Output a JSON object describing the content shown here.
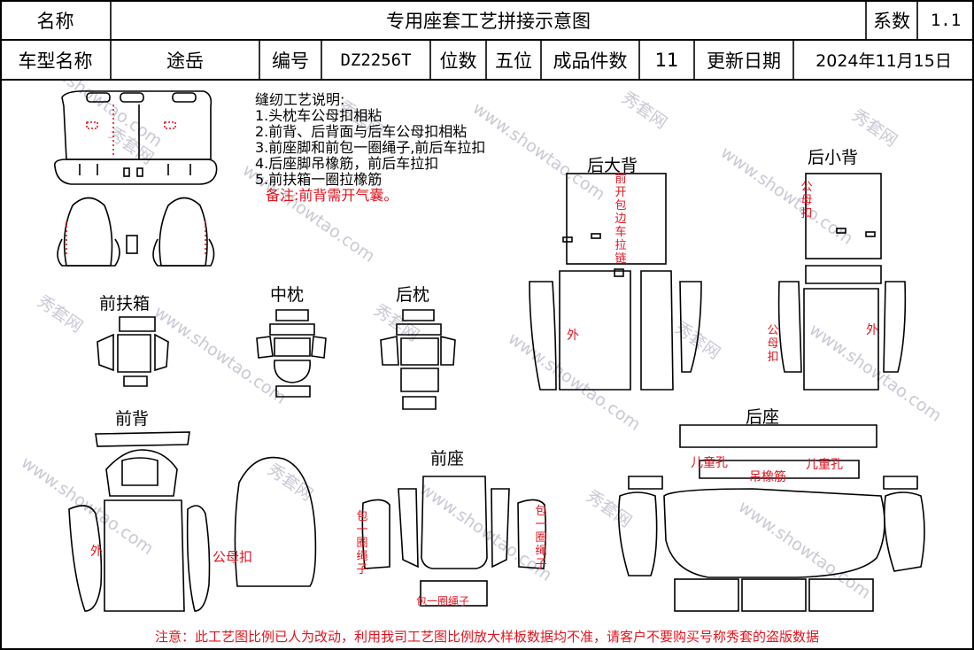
{
  "header": {
    "name_label": "名称",
    "title": "专用座套工艺拼接示意图",
    "coef_label": "系数",
    "coef_value": "1.1",
    "model_label": "车型名称",
    "model_value": "途岳",
    "code_label": "编号",
    "code_value": "DZ2256T",
    "seats_label": "位数",
    "seats_value": "五位",
    "pieces_label": "成品件数",
    "pieces_value": "11",
    "date_label": "更新日期",
    "date_value": "2024年11月15日"
  },
  "notes": {
    "heading": "缝纫工艺说明:",
    "items": [
      "1.头枕车公母扣相粘",
      "2.前背、后背面与后车公母扣相粘",
      "3.前座脚和前包一圈绳子,前后车拉扣",
      "4.后座脚吊橡筋，前后车拉扣",
      "5.前扶箱一圈拉橡筋"
    ],
    "remark": "备注:前背需开气囊。"
  },
  "sections": {
    "front_armrest": "前扶箱",
    "middle_headrest": "中枕",
    "rear_headrest": "后枕",
    "front_back": "前背",
    "front_seat": "前座",
    "rear_large_back": "后大背",
    "rear_small_back": "后小背",
    "rear_seat": "后座"
  },
  "annotations": {
    "rear_large_back_vertical": "前开包边车拉链",
    "rear_small_back_snap": "公母扣",
    "outer": "外",
    "snap_fastener": "公母扣",
    "rope_left": "包一圈绳子",
    "rope_right": "包一圈绳子",
    "rope_bottom": "包一圈绳子",
    "child_hole": "儿童孔",
    "elastic": "吊橡筋"
  },
  "watermark": {
    "cn": "秀套网",
    "url": "www.showtao.com"
  },
  "footer": "注意：此工艺图比例已人为改动，利用我司工艺图比例放大样板数据均不准，请客户不要购买号称秀套的盗版数据",
  "colors": {
    "line": "#000000",
    "accent_red": "#e0141e",
    "watermark": "#c9c9d6"
  }
}
